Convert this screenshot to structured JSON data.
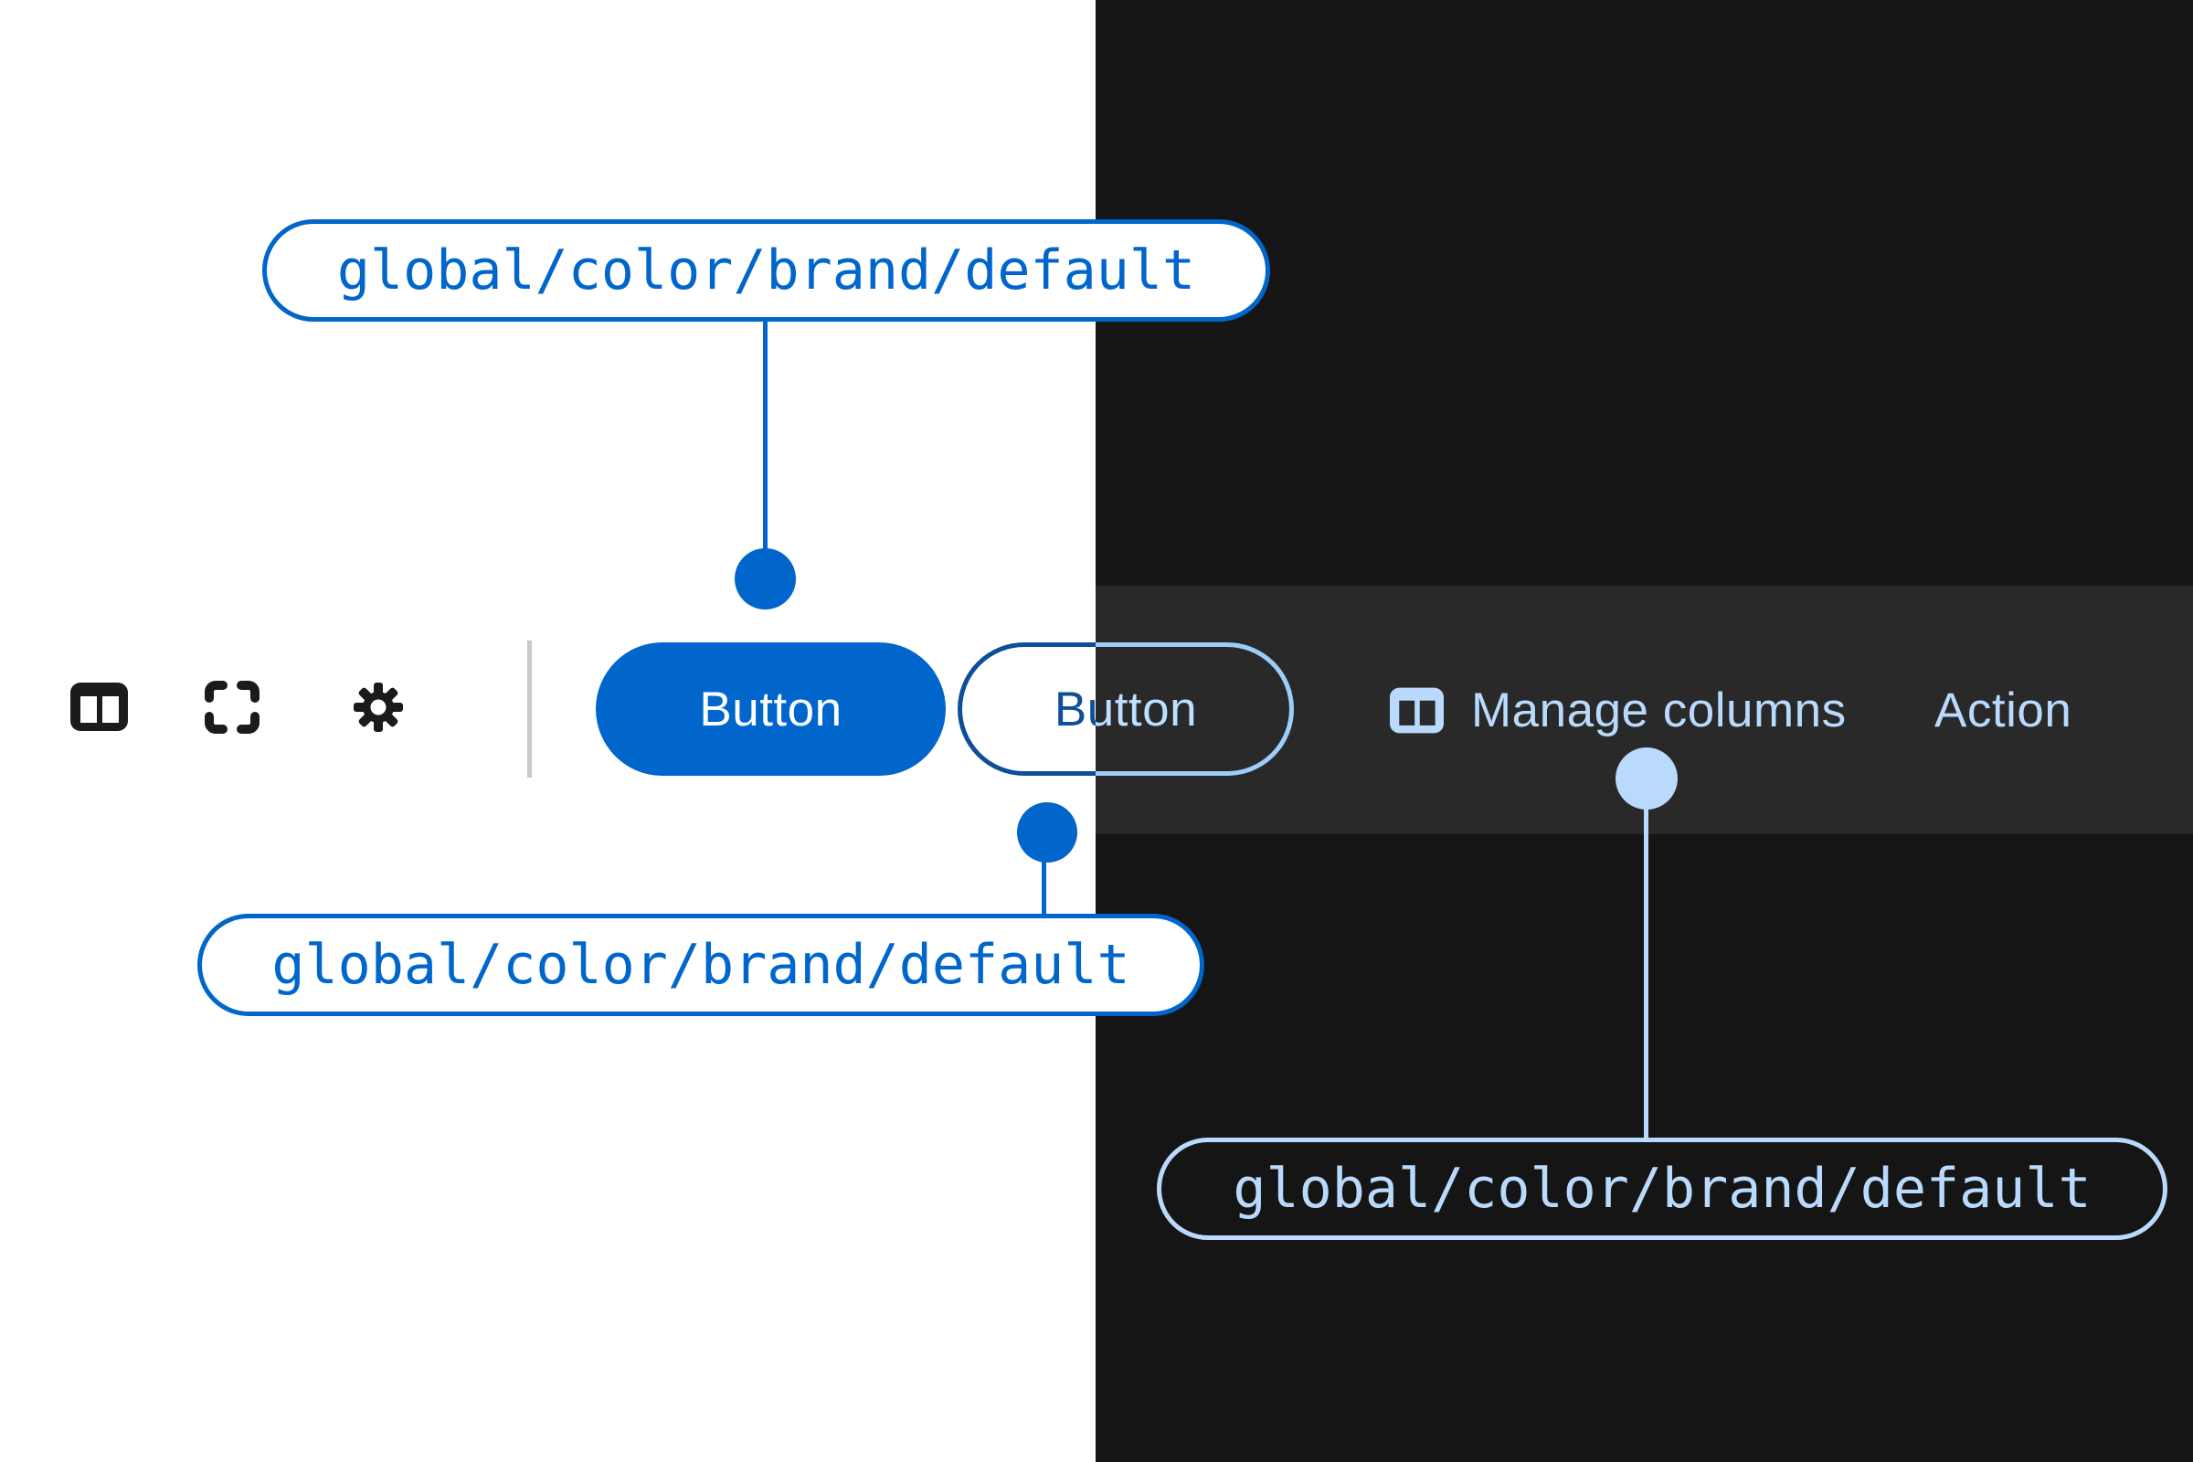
{
  "annotations": {
    "primary_button_token": {
      "label": "global/color/brand/default"
    },
    "secondary_button_token": {
      "label": "global/color/brand/default"
    },
    "dark_toolbar_token": {
      "label": "global/color/brand/default"
    }
  },
  "light_toolbar": {
    "icons": [
      {
        "name": "columns-icon"
      },
      {
        "name": "expand-icon"
      },
      {
        "name": "settings-gear-icon"
      }
    ],
    "primary_button": {
      "label": "Button"
    },
    "secondary_button": {
      "label": "Button"
    }
  },
  "dark_toolbar": {
    "manage_columns": {
      "label": "Manage columns",
      "icon": "columns-icon"
    },
    "action": {
      "label": "Action"
    }
  },
  "colors": {
    "brand_default_light": "#0066cc",
    "brand_default_dark_text": "#b9dafc",
    "brand_default_dark_border": "#92c5f9",
    "secondary_border_light": "#0e4e98",
    "light_background": "#ffffff",
    "dark_background": "#151515",
    "dark_toolbar_background": "#292929",
    "divider": "#c9c9c9",
    "icon_light_theme": "#1b1b1b"
  }
}
